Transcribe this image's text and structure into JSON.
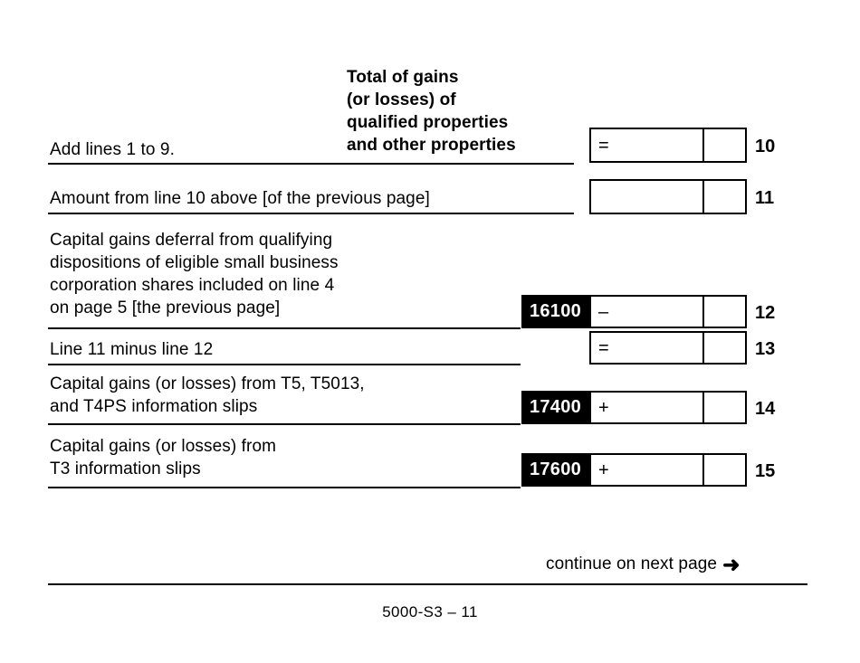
{
  "form": {
    "column_header": "Total of gains\n(or losses) of\nqualified properties\nand other properties",
    "footer_note": "continue on next page",
    "footer_arrow": "arrow-right-icon",
    "form_id": "5000-S3 – 11"
  },
  "rows": [
    {
      "line_number": "10",
      "label": "Add lines 1 to 9.",
      "field_code": "",
      "operator": "=",
      "value": "",
      "cents": ""
    },
    {
      "line_number": "11",
      "label": "Amount from line 10 above [of the previous page]",
      "field_code": "",
      "operator": "",
      "value": "",
      "cents": ""
    },
    {
      "line_number": "12",
      "label": "Capital gains deferral from qualifying\ndispositions of eligible small business\ncorporation shares included on line 4\non page 5 [the previous page]",
      "field_code": "16100",
      "operator": "–",
      "value": "",
      "cents": ""
    },
    {
      "line_number": "13",
      "label": "Line 11 minus line 12",
      "field_code": "",
      "operator": "=",
      "value": "",
      "cents": ""
    },
    {
      "line_number": "14",
      "label": "Capital gains (or losses) from T5, T5013,\nand T4PS information slips",
      "field_code": "17400",
      "operator": "+",
      "value": "",
      "cents": ""
    },
    {
      "line_number": "15",
      "label": "Capital gains (or losses) from\nT3 information slips",
      "field_code": "17600",
      "operator": "+",
      "value": "",
      "cents": ""
    }
  ]
}
